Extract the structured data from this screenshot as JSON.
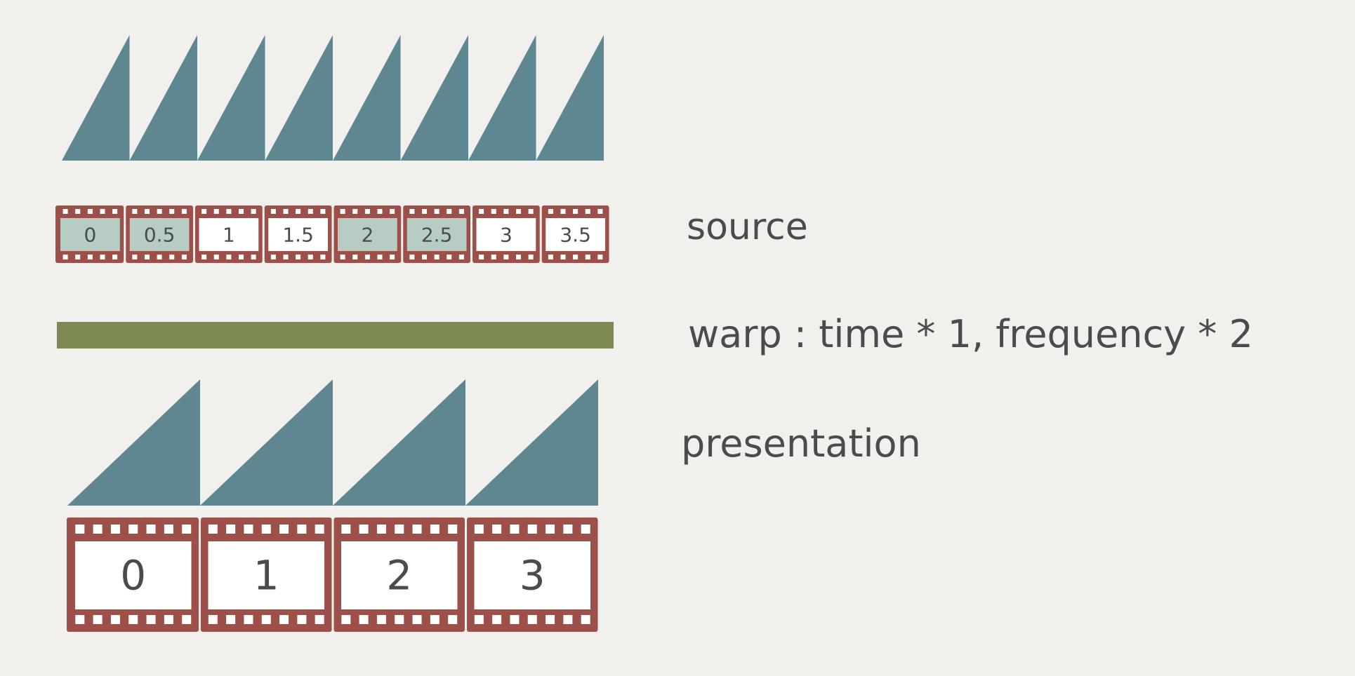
{
  "labels": {
    "source": "source",
    "warp": "warp : time * 1, frequency * 2",
    "presentation": "presentation"
  },
  "source_frames": [
    {
      "label": "0",
      "highlight": true
    },
    {
      "label": "0.5",
      "highlight": true
    },
    {
      "label": "1",
      "highlight": false
    },
    {
      "label": "1.5",
      "highlight": false
    },
    {
      "label": "2",
      "highlight": true
    },
    {
      "label": "2.5",
      "highlight": true
    },
    {
      "label": "3",
      "highlight": false
    },
    {
      "label": "3.5",
      "highlight": false
    }
  ],
  "presentation_frames": [
    {
      "label": "0"
    },
    {
      "label": "1"
    },
    {
      "label": "2"
    },
    {
      "label": "3"
    }
  ],
  "colors": {
    "background": "#f1f0ec",
    "wave": "#5f8791",
    "film": "#9d4f49",
    "frame_highlight": "#b7cdc4",
    "frame_plain": "#ffffff",
    "warp_bar": "#7d8a53",
    "text": "#4b4b4b"
  }
}
